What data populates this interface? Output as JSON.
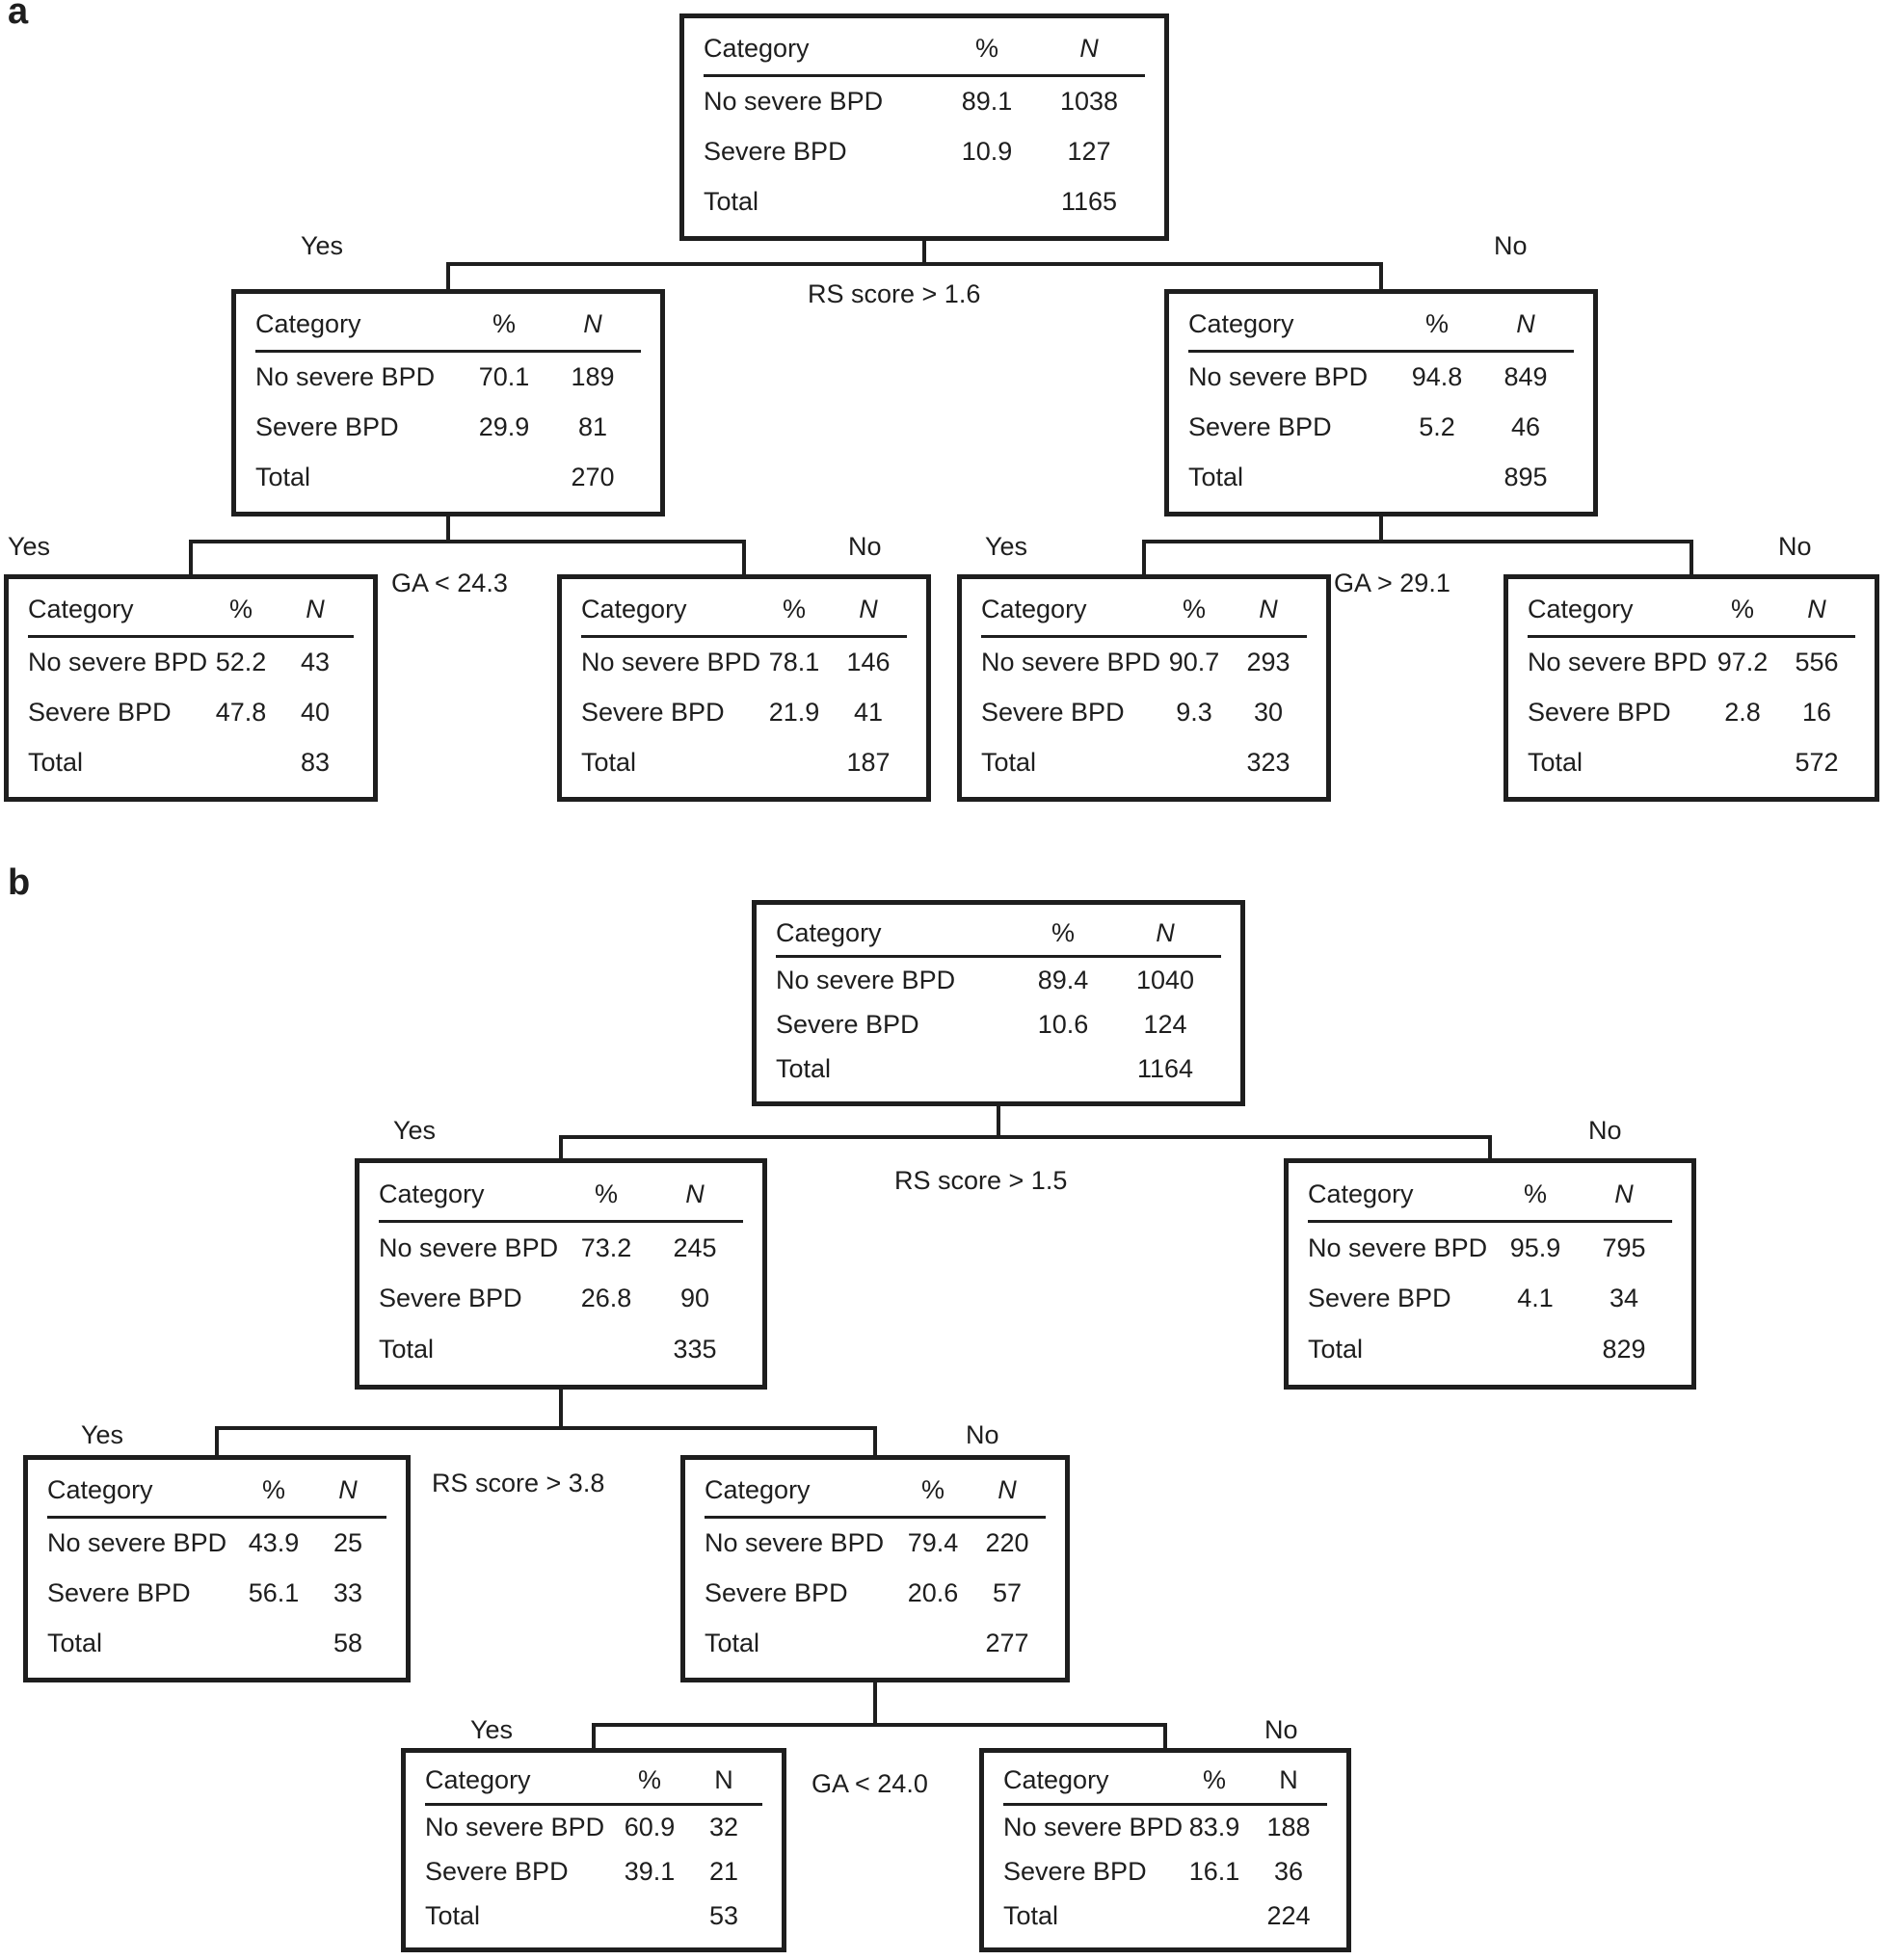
{
  "figure": {
    "background": "#ffffff",
    "ink": "#1e1e1e",
    "header": {
      "category": "Category",
      "percent": "%",
      "n": "N"
    },
    "row_labels": {
      "no_severe": "No severe BPD",
      "severe": "Severe BPD",
      "total": "Total"
    }
  },
  "panels": [
    {
      "label": "a",
      "splits": [
        {
          "condition": "RS score > 1.6",
          "yes": "Yes",
          "no": "No"
        },
        {
          "condition": "GA < 24.3",
          "yes": "Yes",
          "no": "No"
        },
        {
          "condition": "GA > 29.1",
          "yes": "Yes",
          "no": "No"
        }
      ],
      "nodes": [
        {
          "id": "root",
          "no_severe": {
            "pct": "89.1",
            "n": "1038"
          },
          "severe": {
            "pct": "10.9",
            "n": "127"
          },
          "total_n": "1165"
        },
        {
          "id": "yes",
          "no_severe": {
            "pct": "70.1",
            "n": "189"
          },
          "severe": {
            "pct": "29.9",
            "n": "81"
          },
          "total_n": "270"
        },
        {
          "id": "no",
          "no_severe": {
            "pct": "94.8",
            "n": "849"
          },
          "severe": {
            "pct": "5.2",
            "n": "46"
          },
          "total_n": "895"
        },
        {
          "id": "yes-yes",
          "no_severe": {
            "pct": "52.2",
            "n": "43"
          },
          "severe": {
            "pct": "47.8",
            "n": "40"
          },
          "total_n": "83"
        },
        {
          "id": "yes-no",
          "no_severe": {
            "pct": "78.1",
            "n": "146"
          },
          "severe": {
            "pct": "21.9",
            "n": "41"
          },
          "total_n": "187"
        },
        {
          "id": "no-yes",
          "no_severe": {
            "pct": "90.7",
            "n": "293"
          },
          "severe": {
            "pct": "9.3",
            "n": "30"
          },
          "total_n": "323"
        },
        {
          "id": "no-no",
          "no_severe": {
            "pct": "97.2",
            "n": "556"
          },
          "severe": {
            "pct": "2.8",
            "n": "16"
          },
          "total_n": "572"
        }
      ]
    },
    {
      "label": "b",
      "splits": [
        {
          "condition": "RS score > 1.5",
          "yes": "Yes",
          "no": "No"
        },
        {
          "condition": "RS score > 3.8",
          "yes": "Yes",
          "no": "No"
        },
        {
          "condition": "GA < 24.0",
          "yes": "Yes",
          "no": "No"
        }
      ],
      "nodes": [
        {
          "id": "root",
          "no_severe": {
            "pct": "89.4",
            "n": "1040"
          },
          "severe": {
            "pct": "10.6",
            "n": "124"
          },
          "total_n": "1164"
        },
        {
          "id": "yes",
          "no_severe": {
            "pct": "73.2",
            "n": "245"
          },
          "severe": {
            "pct": "26.8",
            "n": "90"
          },
          "total_n": "335"
        },
        {
          "id": "no",
          "no_severe": {
            "pct": "95.9",
            "n": "795"
          },
          "severe": {
            "pct": "4.1",
            "n": "34"
          },
          "total_n": "829"
        },
        {
          "id": "yes-yes",
          "no_severe": {
            "pct": "43.9",
            "n": "25"
          },
          "severe": {
            "pct": "56.1",
            "n": "33"
          },
          "total_n": "58"
        },
        {
          "id": "yes-no",
          "no_severe": {
            "pct": "79.4",
            "n": "220"
          },
          "severe": {
            "pct": "20.6",
            "n": "57"
          },
          "total_n": "277"
        },
        {
          "id": "yes-no-yes",
          "no_severe": {
            "pct": "60.9",
            "n": "32"
          },
          "severe": {
            "pct": "39.1",
            "n": "21"
          },
          "total_n": "53"
        },
        {
          "id": "yes-no-no",
          "no_severe": {
            "pct": "83.9",
            "n": "188"
          },
          "severe": {
            "pct": "16.1",
            "n": "36"
          },
          "total_n": "224"
        }
      ]
    }
  ]
}
